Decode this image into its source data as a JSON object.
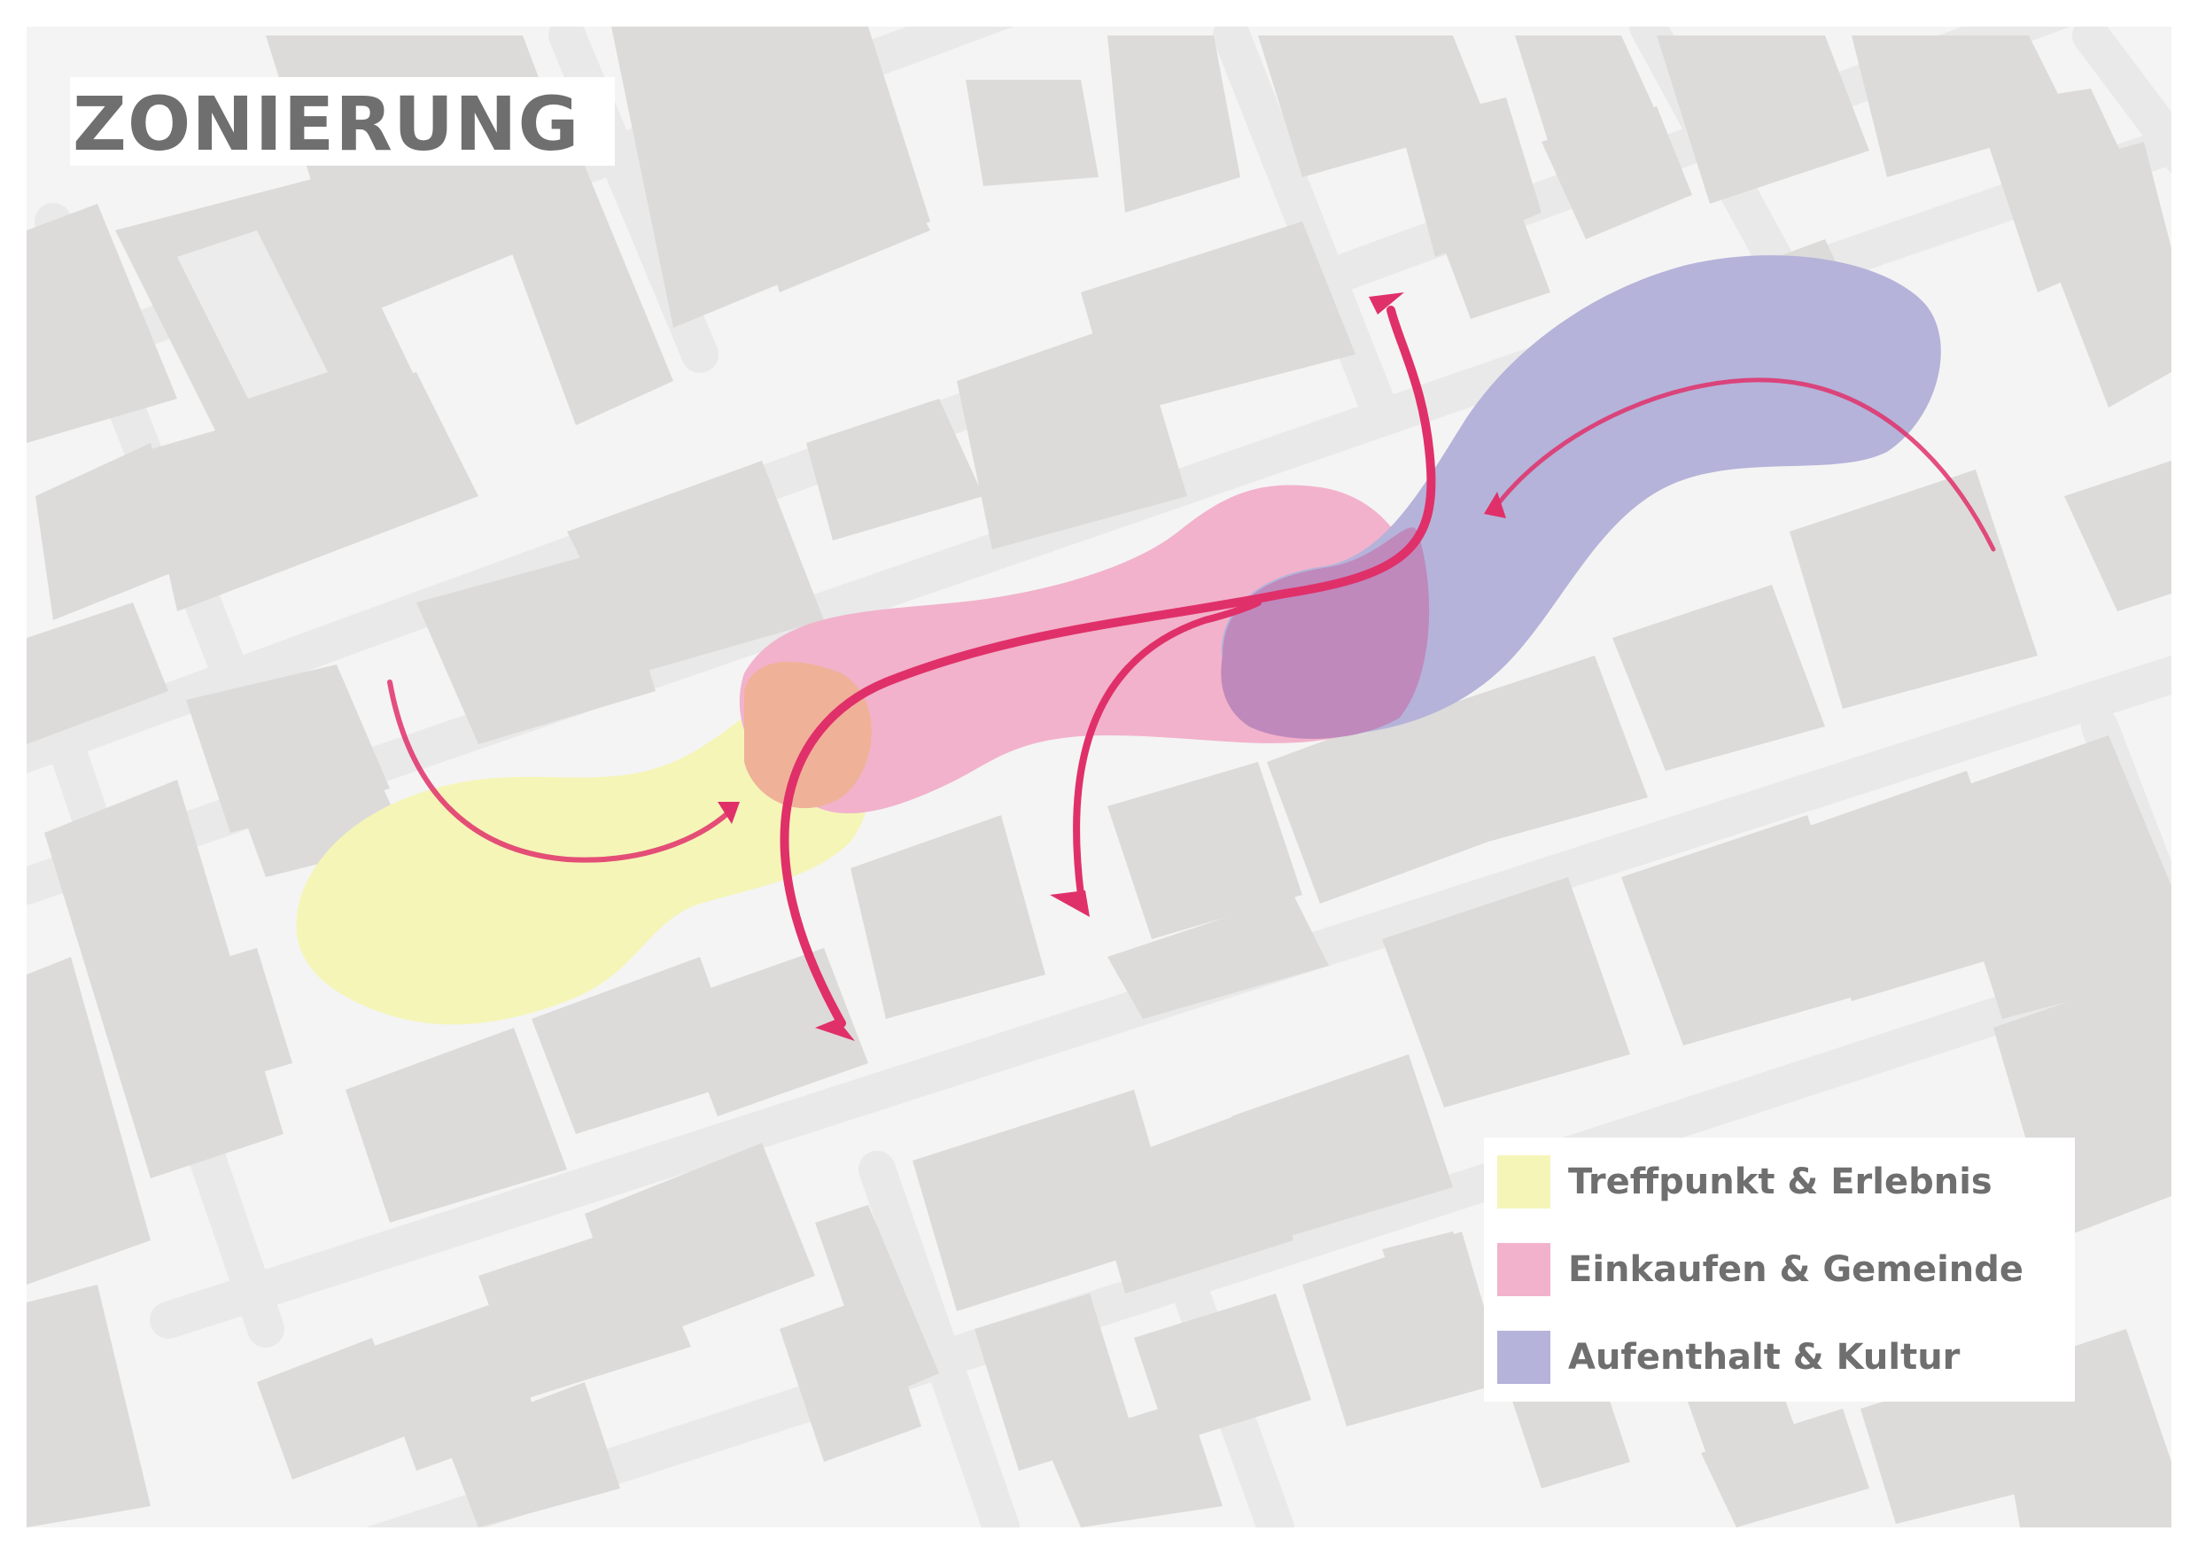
{
  "title": "ZONIERUNG",
  "legend": {
    "items": [
      {
        "label": "Treffpunkt & Erlebnis",
        "color": "#f5f5b8"
      },
      {
        "label": "Einkaufen & Gemeinde",
        "color": "#f2b2cb"
      },
      {
        "label": "Aufenthalt & Kultur",
        "color": "#b5b3d9"
      }
    ]
  },
  "colors": {
    "background": "#f4f4f4",
    "street": "#ececec",
    "building": "#dcdbda",
    "arrow": "#e0306a",
    "text": "#6f6f6f"
  }
}
